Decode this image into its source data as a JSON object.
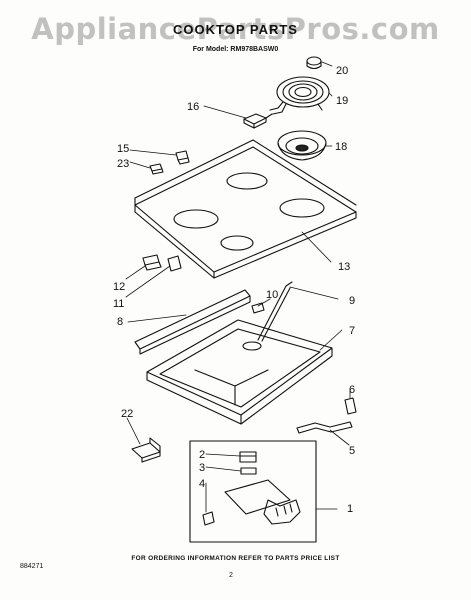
{
  "watermark": "AppliancePartsPros.com",
  "title": "COOKTOP PARTS",
  "subtitle": "For Model: RM978BASW0",
  "callouts": {
    "c1": "1",
    "c2": "2",
    "c3": "3",
    "c4": "4",
    "c5": "5",
    "c6": "6",
    "c7": "7",
    "c8": "8",
    "c9": "9",
    "c10": "10",
    "c11": "11",
    "c12": "12",
    "c13": "13",
    "c15": "15",
    "c16": "16",
    "c18": "18",
    "c19": "19",
    "c20": "20",
    "c22": "22",
    "c23": "23"
  },
  "footer_note": "FOR ORDERING INFORMATION REFER TO PARTS PRICE LIST",
  "doc_number": "884271",
  "page_number": "2"
}
